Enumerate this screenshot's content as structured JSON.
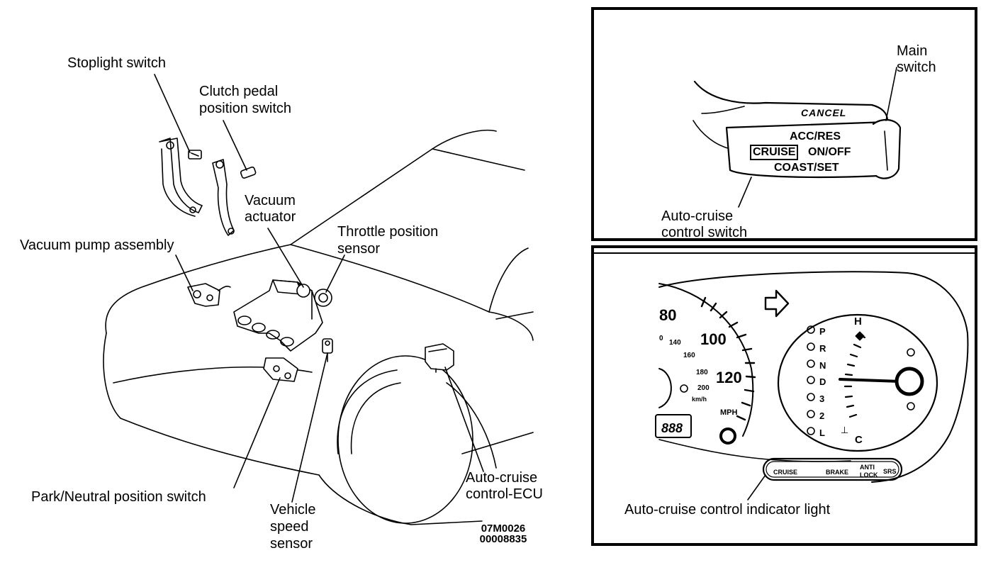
{
  "labels": {
    "stoplight_switch": "Stoplight switch",
    "clutch_pedal_line1": "Clutch pedal",
    "clutch_pedal_line2": "position switch",
    "vacuum_actuator_line1": "Vacuum",
    "vacuum_actuator_line2": "actuator",
    "throttle_line1": "Throttle position",
    "throttle_line2": "sensor",
    "vacuum_pump": "Vacuum pump assembly",
    "park_neutral": "Park/Neutral position switch",
    "vss_line1": "Vehicle",
    "vss_line2": "speed",
    "vss_line3": "sensor",
    "ecu_line1": "Auto-cruise",
    "ecu_line2": "control-ECU",
    "code_line1": "07M0026",
    "code_line2": "00008835",
    "main_switch_line1": "Main",
    "main_switch_line2": "switch",
    "acc_switch_line1": "Auto-cruise",
    "acc_switch_line2": "control switch",
    "indicator_light": "Auto-cruise control indicator  light"
  },
  "switch_lever": {
    "cancel": "CANCEL",
    "acc_res": "ACC/RES",
    "cruise": "CRUISE",
    "on_off": "ON/OFF",
    "coast_set": "COAST/SET"
  },
  "cluster": {
    "speed_80": "80",
    "speed_100": "100",
    "speed_120": "120",
    "kmh_120": "0",
    "kmh_140": "140",
    "kmh_160": "160",
    "kmh_180": "180",
    "kmh_200": "200",
    "kmh_unit": "km/h",
    "mph_unit": "MPH",
    "odometer": "888",
    "gears": [
      "P",
      "R",
      "N",
      "D",
      "3",
      "2",
      "L"
    ],
    "temp_hot": "H",
    "temp_cold": "C",
    "ind_cruise": "CRUISE",
    "ind_brake": "BRAKE",
    "ind_anti": "ANTI",
    "ind_lock": "LOCK",
    "ind_srs": "SRS"
  }
}
